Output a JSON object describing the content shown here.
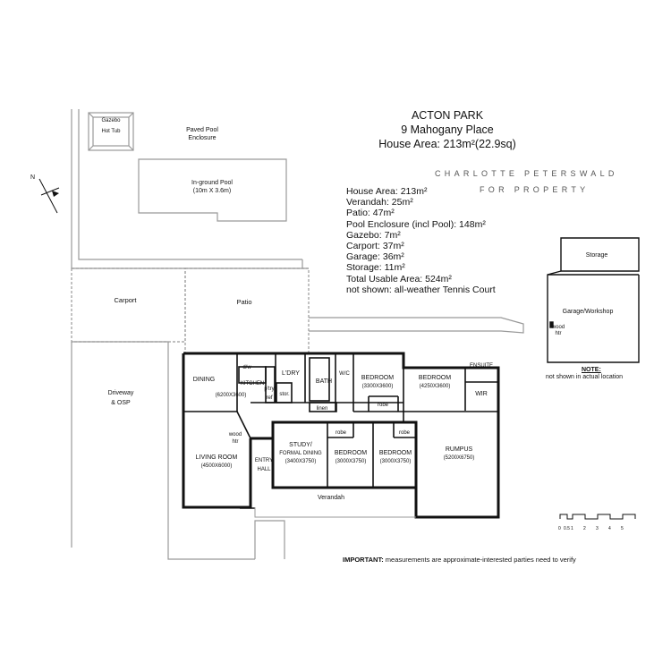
{
  "title": {
    "line1": "ACTON PARK",
    "line2": "9 Mahogany Place",
    "line3": "House Area: 213m²(22.9sq)"
  },
  "brand": {
    "line1": "CHARLOTTE PETERSWALD",
    "line2": "FOR PROPERTY"
  },
  "areas": [
    "House Area: 213m²",
    "Verandah: 25m²",
    "Patio: 47m²",
    "Pool Enclosure (incl Pool): 148m²",
    "Gazebo: 7m²",
    "Carport: 37m²",
    "Garage: 36m²",
    "Storage: 11m²",
    "Total Usable Area: 524m²",
    "not shown: all-weather Tennis Court"
  ],
  "compass": {
    "label": "N"
  },
  "rooms": {
    "gazebo": "Gazebo",
    "hot_tub": "Hot Tub",
    "paved_pool_1": "Paved Pool",
    "paved_pool_2": "Enclosure",
    "pool_1": "In-ground Pool",
    "pool_2": "(10m X 3.6m)",
    "carport": "Carport",
    "patio": "Patio",
    "driveway_1": "Driveway",
    "driveway_2": "& OSP",
    "dining": "DINING",
    "dining_dim": "(6200X3600)",
    "dw": "d/w",
    "kitchen": "KITCHEN",
    "pty": "p'try",
    "ref": "ref",
    "ldry": "L'DRY",
    "stor": "stor.",
    "bath": "BATH",
    "linen": "linen",
    "wc": "W/C",
    "bed1": "BEDROOM",
    "bed1_dim": "(3300X3600)",
    "robe1": "robe",
    "bed2": "BEDROOM",
    "bed2_dim": "(4250X3600)",
    "ensuite": "ENSUITE",
    "wir": "WIR",
    "living": "LIVING ROOM",
    "living_dim": "(4500X6000)",
    "wood1": "wood",
    "wood1b": "htr",
    "entry1": "ENTRY",
    "entry2": "HALL",
    "study1": "STUDY/",
    "study2": "FORMAL DINING",
    "study_dim": "(3400X3750)",
    "robe2": "robe",
    "bed3": "BEDROOM",
    "bed3_dim": "(3000X3750)",
    "robe3": "robe",
    "bed4": "BEDROOM",
    "bed4_dim": "(3000X3750)",
    "rumpus": "RUMPUS",
    "rumpus_dim": "(5200X6750)",
    "verandah": "Verandah",
    "storage": "Storage",
    "garage": "Garage/Workshop",
    "wood2": "wood",
    "wood2b": "htr"
  },
  "note": {
    "title": "NOTE:",
    "text": "not shown in actual location"
  },
  "important": {
    "bold": "IMPORTANT:",
    "text": " measurements are approximate-interested parties need to verify"
  },
  "scale": [
    "0",
    "0.5",
    "1",
    "2",
    "3",
    "4",
    "5"
  ]
}
